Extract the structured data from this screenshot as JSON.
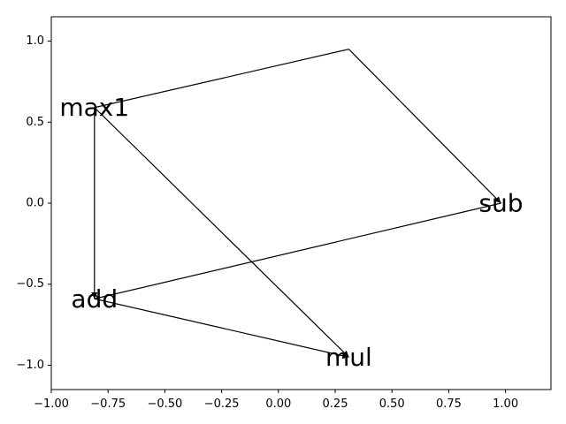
{
  "chart_data": {
    "type": "scatter",
    "title": "",
    "xlabel": "",
    "ylabel": "",
    "xlim": [
      -1.0,
      1.2
    ],
    "ylim": [
      -1.15,
      1.15
    ],
    "grid": false,
    "x_ticks": [
      "-1.00",
      "-0.75",
      "-0.50",
      "-0.25",
      "0.00",
      "0.25",
      "0.50",
      "0.75",
      "1.00"
    ],
    "x_tick_values": [
      -1.0,
      -0.75,
      -0.5,
      -0.25,
      0.0,
      0.25,
      0.5,
      0.75,
      1.0
    ],
    "y_ticks": [
      "1.0",
      "0.5",
      "0.0",
      "−0.5",
      "−1.0"
    ],
    "y_tick_values": [
      1.0,
      0.5,
      0.0,
      -0.5,
      -1.0
    ],
    "nodes": [
      {
        "id": "max1",
        "label": "max1",
        "x": -0.81,
        "y": 0.59
      },
      {
        "id": "sub",
        "label": "sub",
        "x": 0.98,
        "y": 0.0
      },
      {
        "id": "add",
        "label": "add",
        "x": -0.81,
        "y": -0.59
      },
      {
        "id": "mul",
        "label": "mul",
        "x": 0.31,
        "y": -0.95
      },
      {
        "id": "hidden",
        "label": "",
        "x": 0.31,
        "y": 0.95
      }
    ],
    "edges": [
      {
        "from": "max1",
        "to": "add",
        "arrow": true
      },
      {
        "from": "max1",
        "to": "mul",
        "arrow": true
      },
      {
        "from": "max1",
        "to": "hidden",
        "arrow": false
      },
      {
        "from": "hidden",
        "to": "sub",
        "arrow": true
      },
      {
        "from": "sub",
        "to": "add",
        "arrow": false
      },
      {
        "from": "add",
        "to": "mul",
        "arrow": true
      }
    ]
  }
}
